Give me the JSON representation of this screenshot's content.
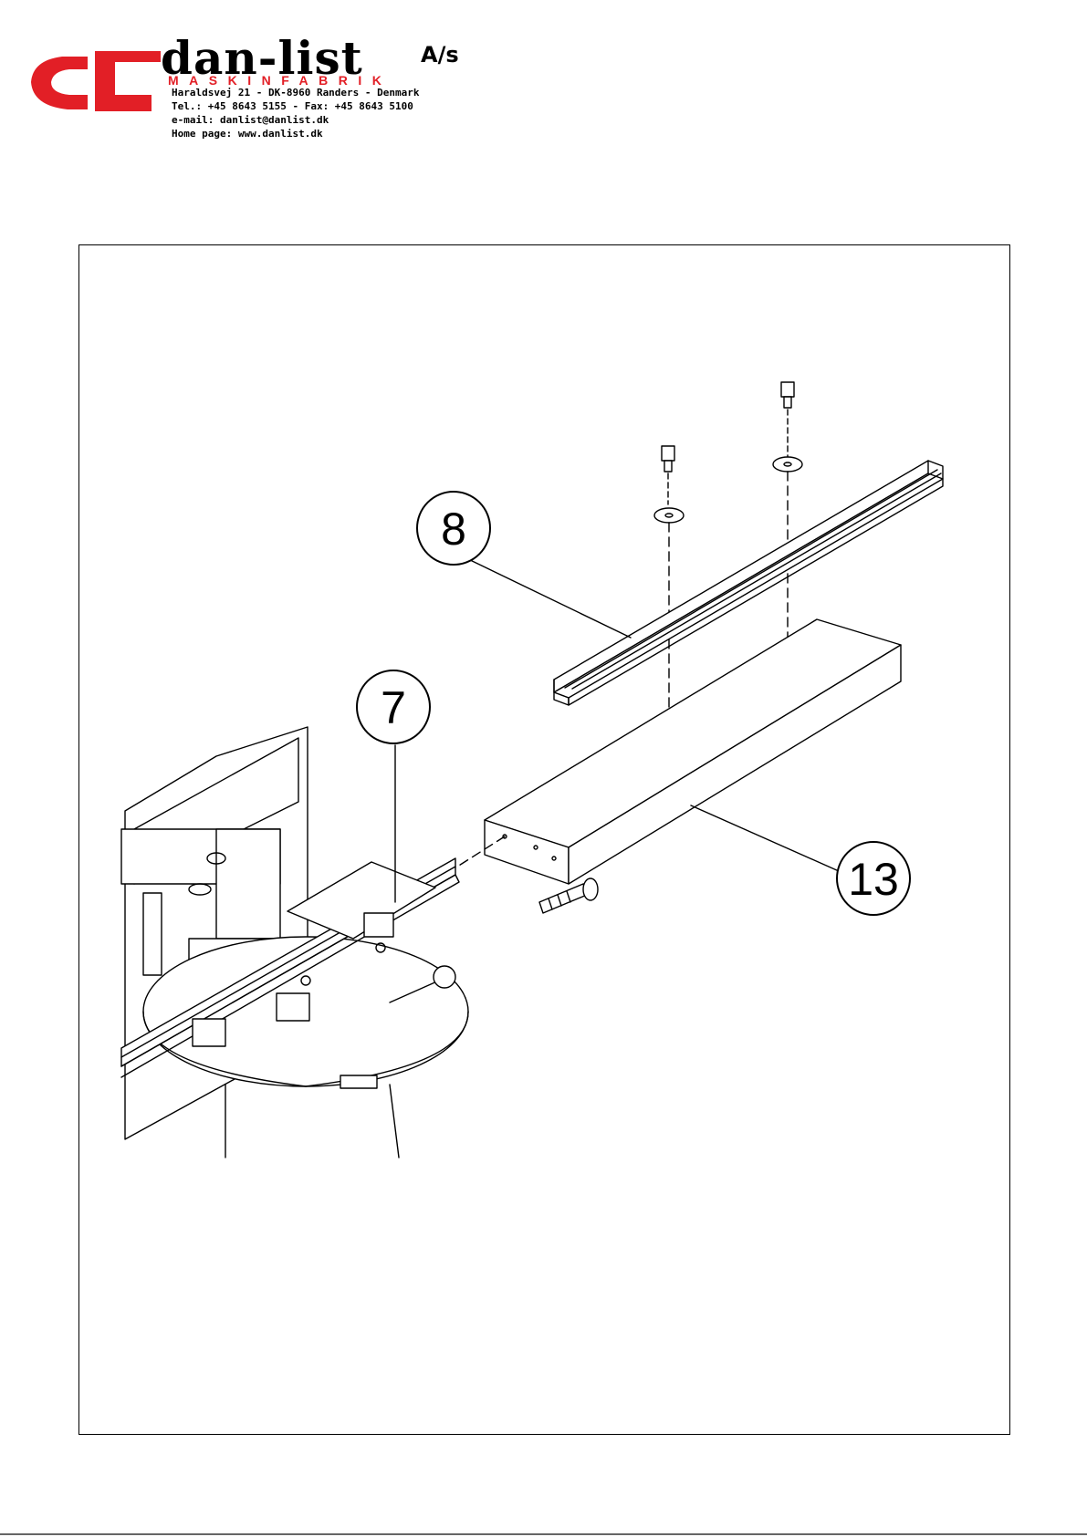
{
  "header": {
    "brand_name": "dan-list",
    "brand_suffix": "A/s",
    "brand_subtitle": "MASKINFABRIK",
    "address": "Haraldsvej 21 - DK-8960 Randers - Denmark",
    "phone_fax": "Tel.: +45 8643 5155 - Fax: +45 8643 5100",
    "email": "e-mail: danlist@danlist.dk",
    "homepage": "Home page: www.danlist.dk"
  },
  "colors": {
    "brand_red": "#e21f26",
    "line": "#000000",
    "frame_border": "#000000"
  },
  "drawing": {
    "callouts": [
      "8",
      "7",
      "13"
    ]
  }
}
